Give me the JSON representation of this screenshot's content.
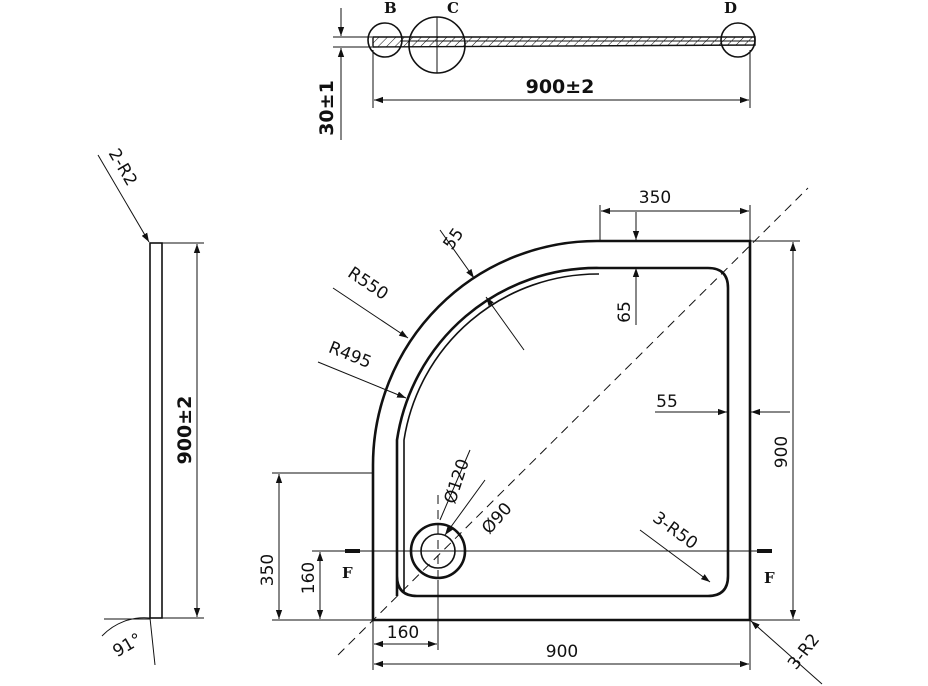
{
  "side_view": {
    "detail_b": "B",
    "detail_c": "C",
    "detail_d": "D",
    "width_dim": "900±2",
    "height_dim": "30±1"
  },
  "profile_view": {
    "edge_radius": "2-R2",
    "length_dim": "900±2",
    "angle": "91°"
  },
  "plan_view": {
    "top_offset": "350",
    "rim_width_top": "55",
    "outer_radius": "R550",
    "inner_radius": "R495",
    "inner_offset_65": "65",
    "rim_width_right": "55",
    "right_height": "900",
    "drain_outer": "Ø120",
    "drain_inner": "Ø90",
    "corner_radius": "3-R50",
    "outer_corner_radius": "3-R2",
    "left_offset": "350",
    "drain_y": "160",
    "drain_x": "160",
    "bottom_width": "900",
    "section_left": "F",
    "section_right": "F"
  }
}
